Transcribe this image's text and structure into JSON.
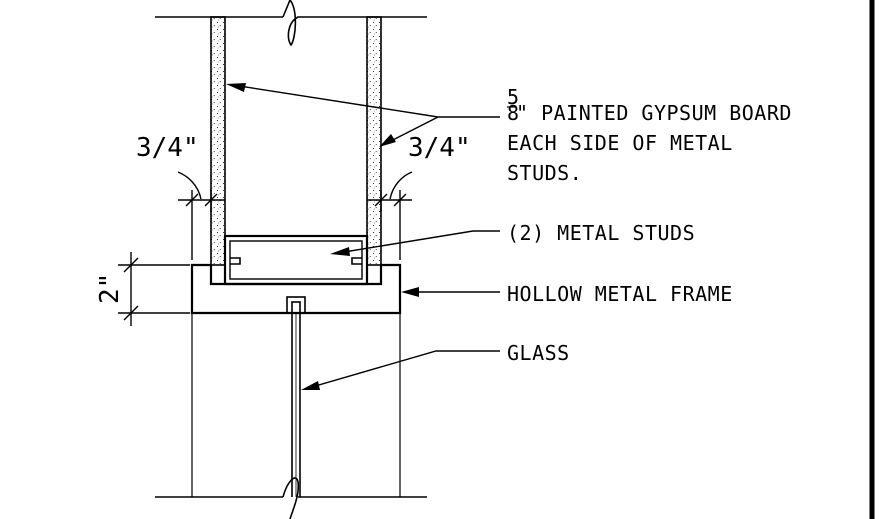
{
  "labels": {
    "gypsum_fraction_num": "5",
    "gypsum_fraction_den": "8",
    "gypsum_line1": "\" PAINTED GYPSUM BOARD",
    "gypsum_line2": "EACH SIDE OF METAL",
    "gypsum_line3": "STUDS.",
    "studs": "(2) METAL STUDS",
    "frame": "HOLLOW METAL FRAME",
    "glass": "GLASS"
  },
  "dimensions": {
    "left_gap": "3/4\"",
    "right_gap": "3/4\"",
    "frame_depth": "2\""
  }
}
